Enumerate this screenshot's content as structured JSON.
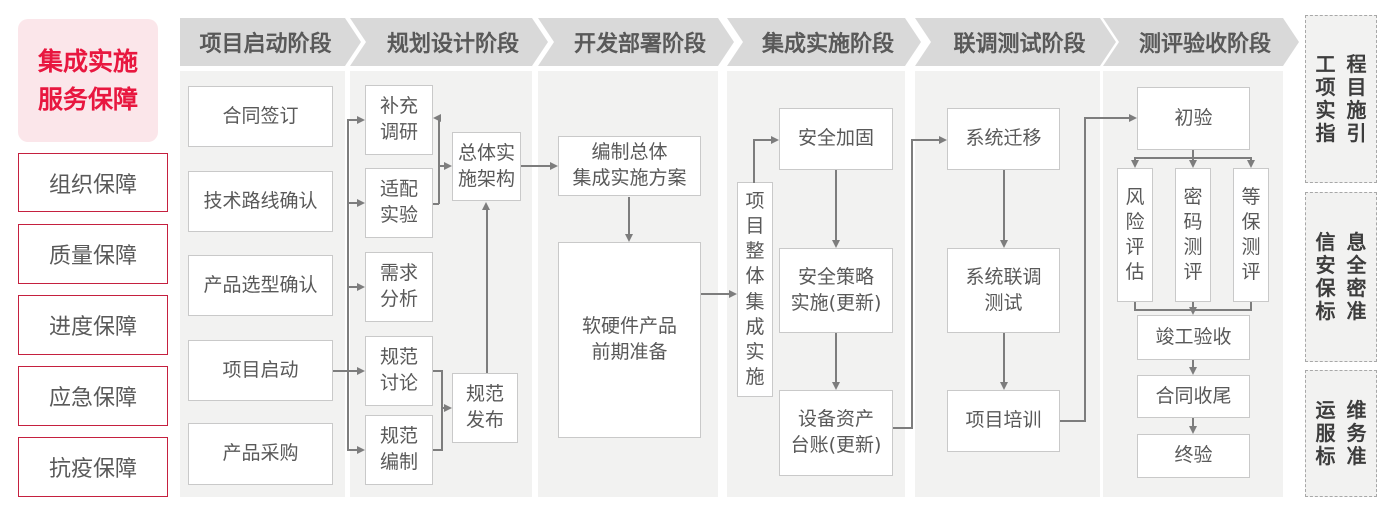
{
  "sidebar": {
    "title": "集成实施\n服务保障",
    "items": [
      "组织保障",
      "质量保障",
      "进度保障",
      "应急保障",
      "抗疫保障"
    ]
  },
  "phases": [
    {
      "label": "项目启动阶段",
      "boxes": {
        "contract_signing": "合同签订",
        "tech_route_confirm": "技术路线确认",
        "product_selection_confirm": "产品选型确认",
        "project_kickoff": "项目启动",
        "product_procurement": "产品采购"
      }
    },
    {
      "label": "规划设计阶段",
      "boxes": {
        "supplement_research": "补充\n调研",
        "adaptation_test": "适配\n实验",
        "requirement_analysis": "需求\n分析",
        "spec_discussion": "规范\n讨论",
        "spec_compilation": "规范\n编制",
        "overall_impl_architecture": "总体实\n施架构",
        "spec_release": "规范\n发布"
      }
    },
    {
      "label": "开发部署阶段",
      "boxes": {
        "compile_overall_plan": "编制总体\n集成实施方案",
        "hw_sw_preparation": "软硬件产品\n前期准备"
      }
    },
    {
      "label": "集成实施阶段",
      "boxes": {
        "overall_integration": "项\n目\n整\n体\n集\n成\n实\n施",
        "security_hardening": "安全加固",
        "security_policy_impl": "安全策略\n实施(更新)",
        "asset_ledger_update": "设备资产\n台账(更新)"
      }
    },
    {
      "label": "联调测试阶段",
      "boxes": {
        "system_migration": "系统迁移",
        "joint_debug_test": "系统联调\n测试",
        "project_training": "项目培训"
      }
    },
    {
      "label": "测评验收阶段",
      "boxes": {
        "initial_acceptance": "初验",
        "risk_assessment": "风\n险\n评\n估",
        "password_evaluation": "密\n码\n测\n评",
        "mlps_evaluation": "等\n保\n测\n评",
        "completion_acceptance": "竣工验收",
        "contract_closing": "合同收尾",
        "final_acceptance": "终验"
      }
    }
  ],
  "standards": [
    {
      "lines": [
        "工程",
        "项目",
        "实施",
        "指引"
      ]
    },
    {
      "lines": [
        "信息",
        "安全",
        "保密",
        "标准"
      ]
    },
    {
      "lines": [
        "运维",
        "服务",
        "标准"
      ]
    }
  ],
  "colors": {
    "accent_red": "#e8173f",
    "border_red": "#c5203f",
    "pink_bg": "#fbe6ea",
    "header_bg": "#d9d9d9",
    "column_bg": "#f2f2f1",
    "box_border": "#c9c9c9",
    "text": "#595959",
    "line": "#7d7d7d",
    "standard_text": "#3d3d3d"
  }
}
